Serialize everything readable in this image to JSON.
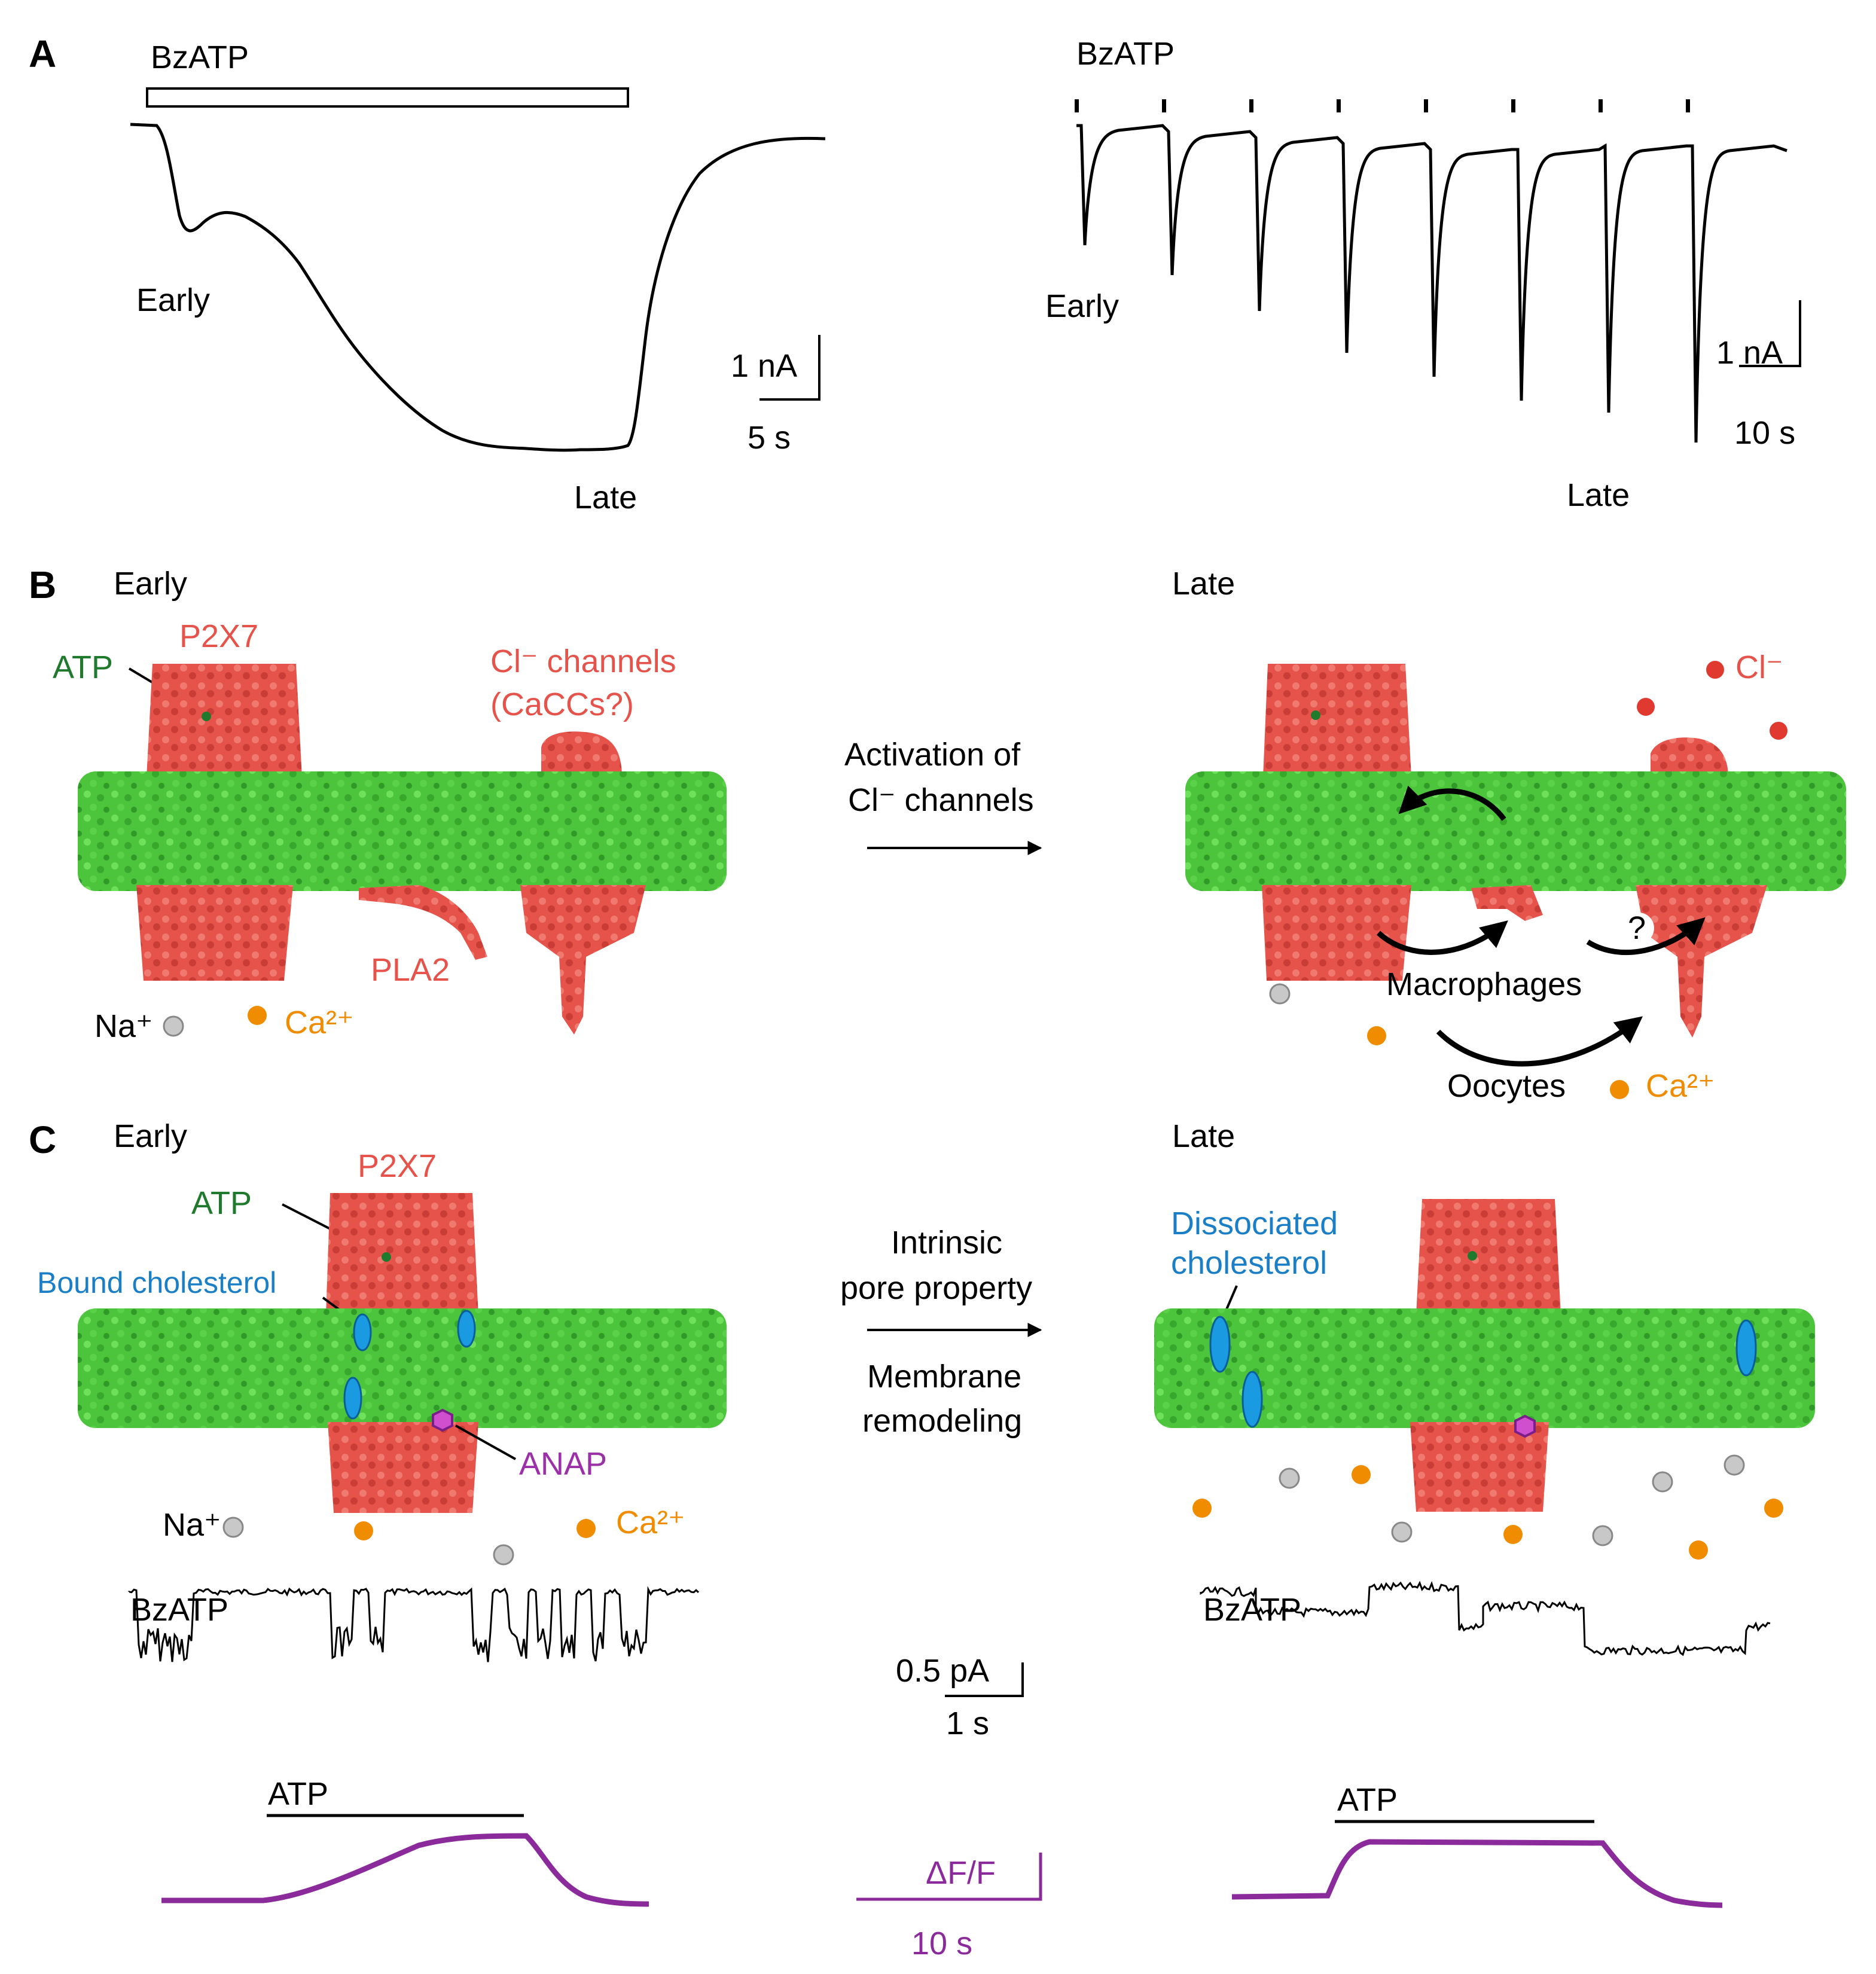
{
  "panels": {
    "a": "A",
    "b": "B",
    "c": "C"
  },
  "panel_a": {
    "left": {
      "agonist": "BzATP",
      "early": "Early",
      "late": "Late",
      "scale_y": "1 nA",
      "scale_x": "5 s"
    },
    "right": {
      "agonist": "BzATP",
      "early": "Early",
      "late": "Late",
      "scale_y": "1 nA",
      "scale_x": "10 s",
      "pulse_count": 8
    }
  },
  "panel_b": {
    "early_title": "Early",
    "late_title": "Late",
    "p2x7": "P2X7",
    "atp": "ATP",
    "cl_channels_line1": "Cl⁻ channels",
    "cl_channels_line2": "(CaCCs?)",
    "pla2": "PLA2",
    "na": "Na⁺",
    "ca_early": "Ca²⁺",
    "arrow_line1": "Activation of",
    "arrow_line2": "Cl⁻ channels",
    "cl_ion": "Cl⁻",
    "macrophages": "Macrophages",
    "oocytes": "Oocytes",
    "question": "?",
    "ca_late": "Ca²⁺"
  },
  "panel_c": {
    "early_title": "Early",
    "late_title": "Late",
    "p2x7": "P2X7",
    "atp": "ATP",
    "bound_cholesterol": "Bound cholesterol",
    "anap": "ANAP",
    "na": "Na⁺",
    "ca": "Ca²⁺",
    "arrow_line1": "Intrinsic",
    "arrow_line2": "pore property",
    "arrow_line3": "Membrane",
    "arrow_line4": "remodeling",
    "dissociated_line1": "Dissociated",
    "dissociated_line2": "cholesterol",
    "bzatp_early": "BzATP",
    "bzatp_late": "BzATP",
    "scale_current": "0.5 pA",
    "scale_time": "1 s",
    "atp_early": "ATP",
    "atp_late": "ATP",
    "scale_fluor": "ΔF/F",
    "scale_fluor_time": "10 s"
  },
  "colors": {
    "protein": "#e5534b",
    "membrane": "#4cc43c",
    "atp_label": "#1f7a2e",
    "cholesterol": "#1a7fc6",
    "anap": "#9b30a8",
    "calcium": "#f08c00",
    "sodium": "#c8c8c8",
    "fluorescence_trace": "#8b2a9b"
  }
}
